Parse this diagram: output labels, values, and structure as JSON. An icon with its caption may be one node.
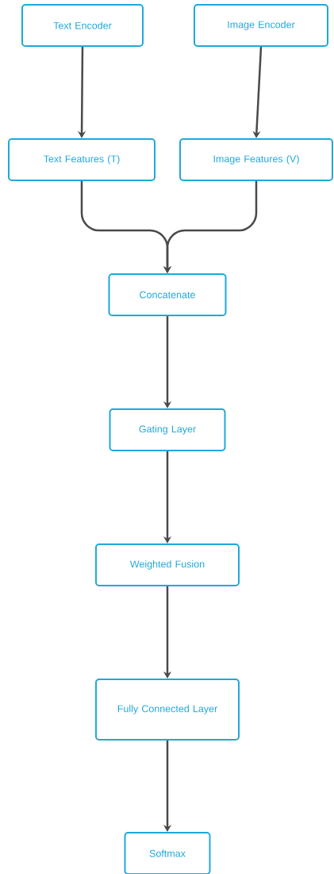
{
  "diagram": {
    "nodes": [
      {
        "text": [
          "Text Encoder"
        ]
      },
      {
        "text": [
          "Image Encoder"
        ]
      },
      {
        "text": [
          "Text Features (T)"
        ]
      },
      {
        "text": [
          "Image Features (V)"
        ]
      },
      {
        "text": [
          "Concatenate"
        ]
      },
      {
        "text": [
          "Gating Layer"
        ]
      },
      {
        "text": [
          "Weighted Fusion"
        ]
      },
      {
        "text": [
          "Fully Connected Layer"
        ]
      },
      {
        "text": [
          "Softmax"
        ]
      }
    ],
    "edges": [
      {
        "from": 0,
        "to": 2,
        "arrow": "to"
      },
      {
        "from": 1,
        "to": 3,
        "arrow": "to"
      },
      {
        "from": 2,
        "to": 4,
        "arrow": "to"
      },
      {
        "from": 3,
        "to": 4,
        "arrow": "to"
      },
      {
        "from": 4,
        "to": 5,
        "arrow": "to"
      },
      {
        "from": 5,
        "to": 6,
        "arrow": "to"
      },
      {
        "from": 6,
        "to": 7,
        "arrow": "to"
      },
      {
        "from": 7,
        "to": 8,
        "arrow": "to"
      }
    ]
  }
}
